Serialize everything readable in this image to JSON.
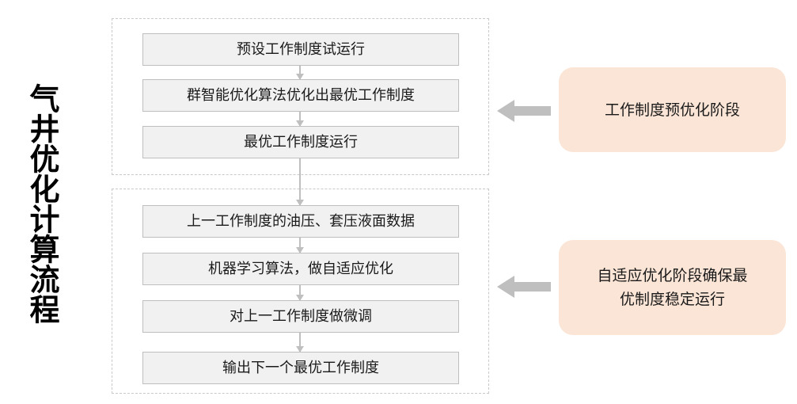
{
  "title": {
    "text": "气井优化计算流程",
    "orientation": "vertical"
  },
  "colors": {
    "box_fill": "#f1f1f1",
    "box_border": "#bfbfbf",
    "group_border": "#c9c9c9",
    "connector": "#bfbfbf",
    "callout_arrow": "#bfbfbf",
    "note_fill": "#fbe5d6",
    "text": "#1a1a1a",
    "background": "#ffffff"
  },
  "groups": [
    {
      "id": "stage-1",
      "steps": [
        {
          "label": "预设工作制度试运行"
        },
        {
          "label": "群智能优化算法优化出最优工作制度"
        },
        {
          "label": "最优工作制度运行"
        }
      ]
    },
    {
      "id": "stage-2",
      "steps": [
        {
          "label": "上一工作制度的油压、套压液面数据"
        },
        {
          "label": "机器学习算法，做自适应优化"
        },
        {
          "label": "对上一工作制度做微调"
        },
        {
          "label": "输出下一个最优工作制度"
        }
      ]
    }
  ],
  "notes": [
    {
      "id": "note-stage-1",
      "lines": [
        "工作制度预优化阶段"
      ],
      "arrow_icon": "arrow-left-icon"
    },
    {
      "id": "note-stage-2",
      "lines": [
        "自适应优化阶段确保最",
        "优制度稳定运行"
      ],
      "arrow_icon": "arrow-left-icon"
    }
  ]
}
